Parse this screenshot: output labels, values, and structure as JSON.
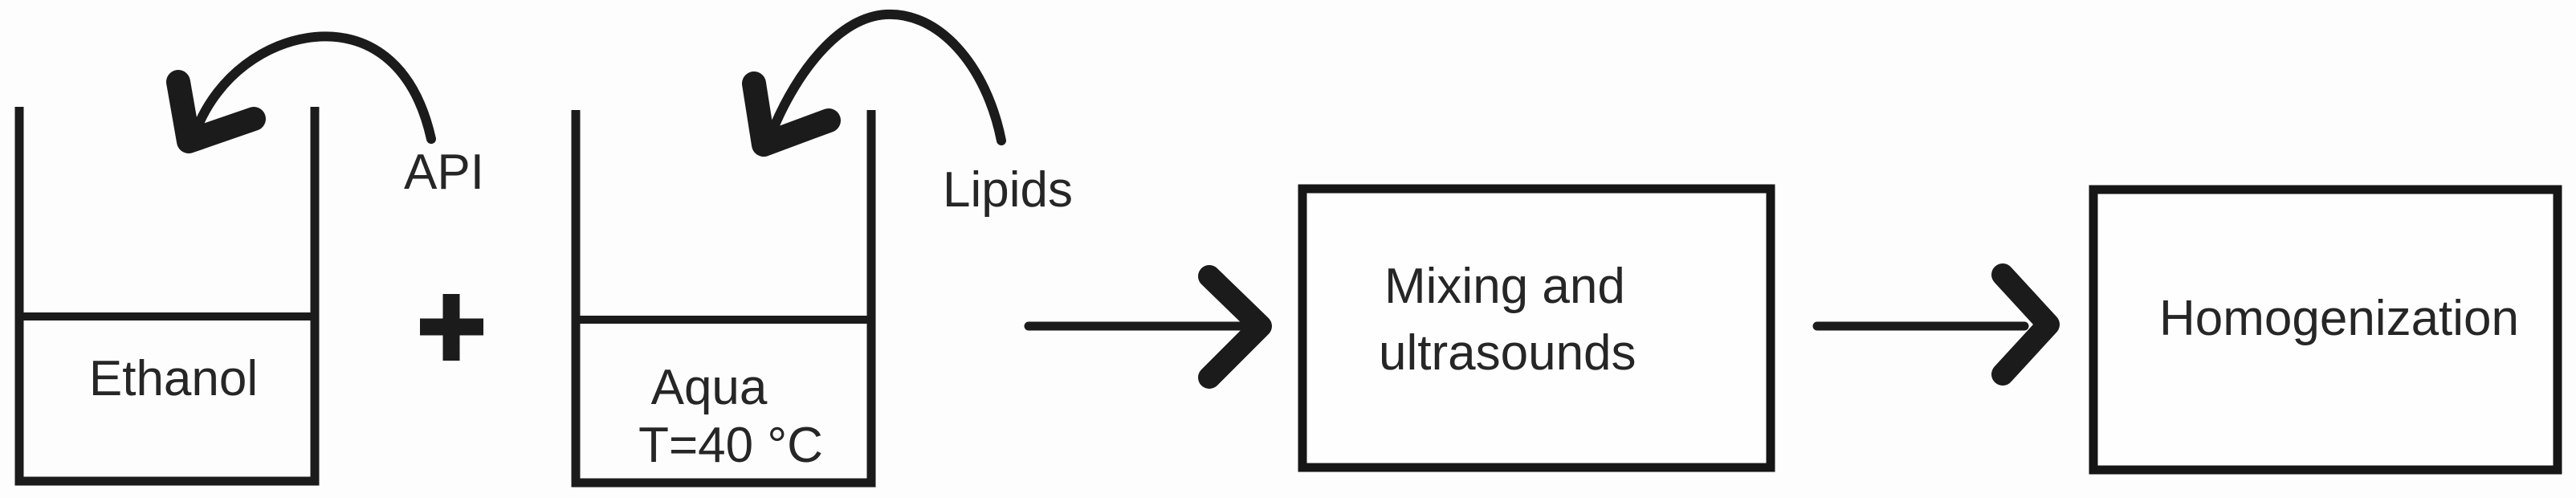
{
  "diagram": {
    "beakers": [
      {
        "label": "Ethanol",
        "added_component": "API"
      },
      {
        "label_line1": "Aqua",
        "label_line2": "T=40 °C",
        "added_component": "Lipids"
      }
    ],
    "plus_sign": "+",
    "process_steps": [
      {
        "line1": "Mixing and",
        "line2": "ultrasounds"
      },
      {
        "label": "Homogenization"
      }
    ],
    "colors": {
      "ink": "#1b1b1b",
      "text": "#262626",
      "background": "#fdfdfd"
    }
  }
}
